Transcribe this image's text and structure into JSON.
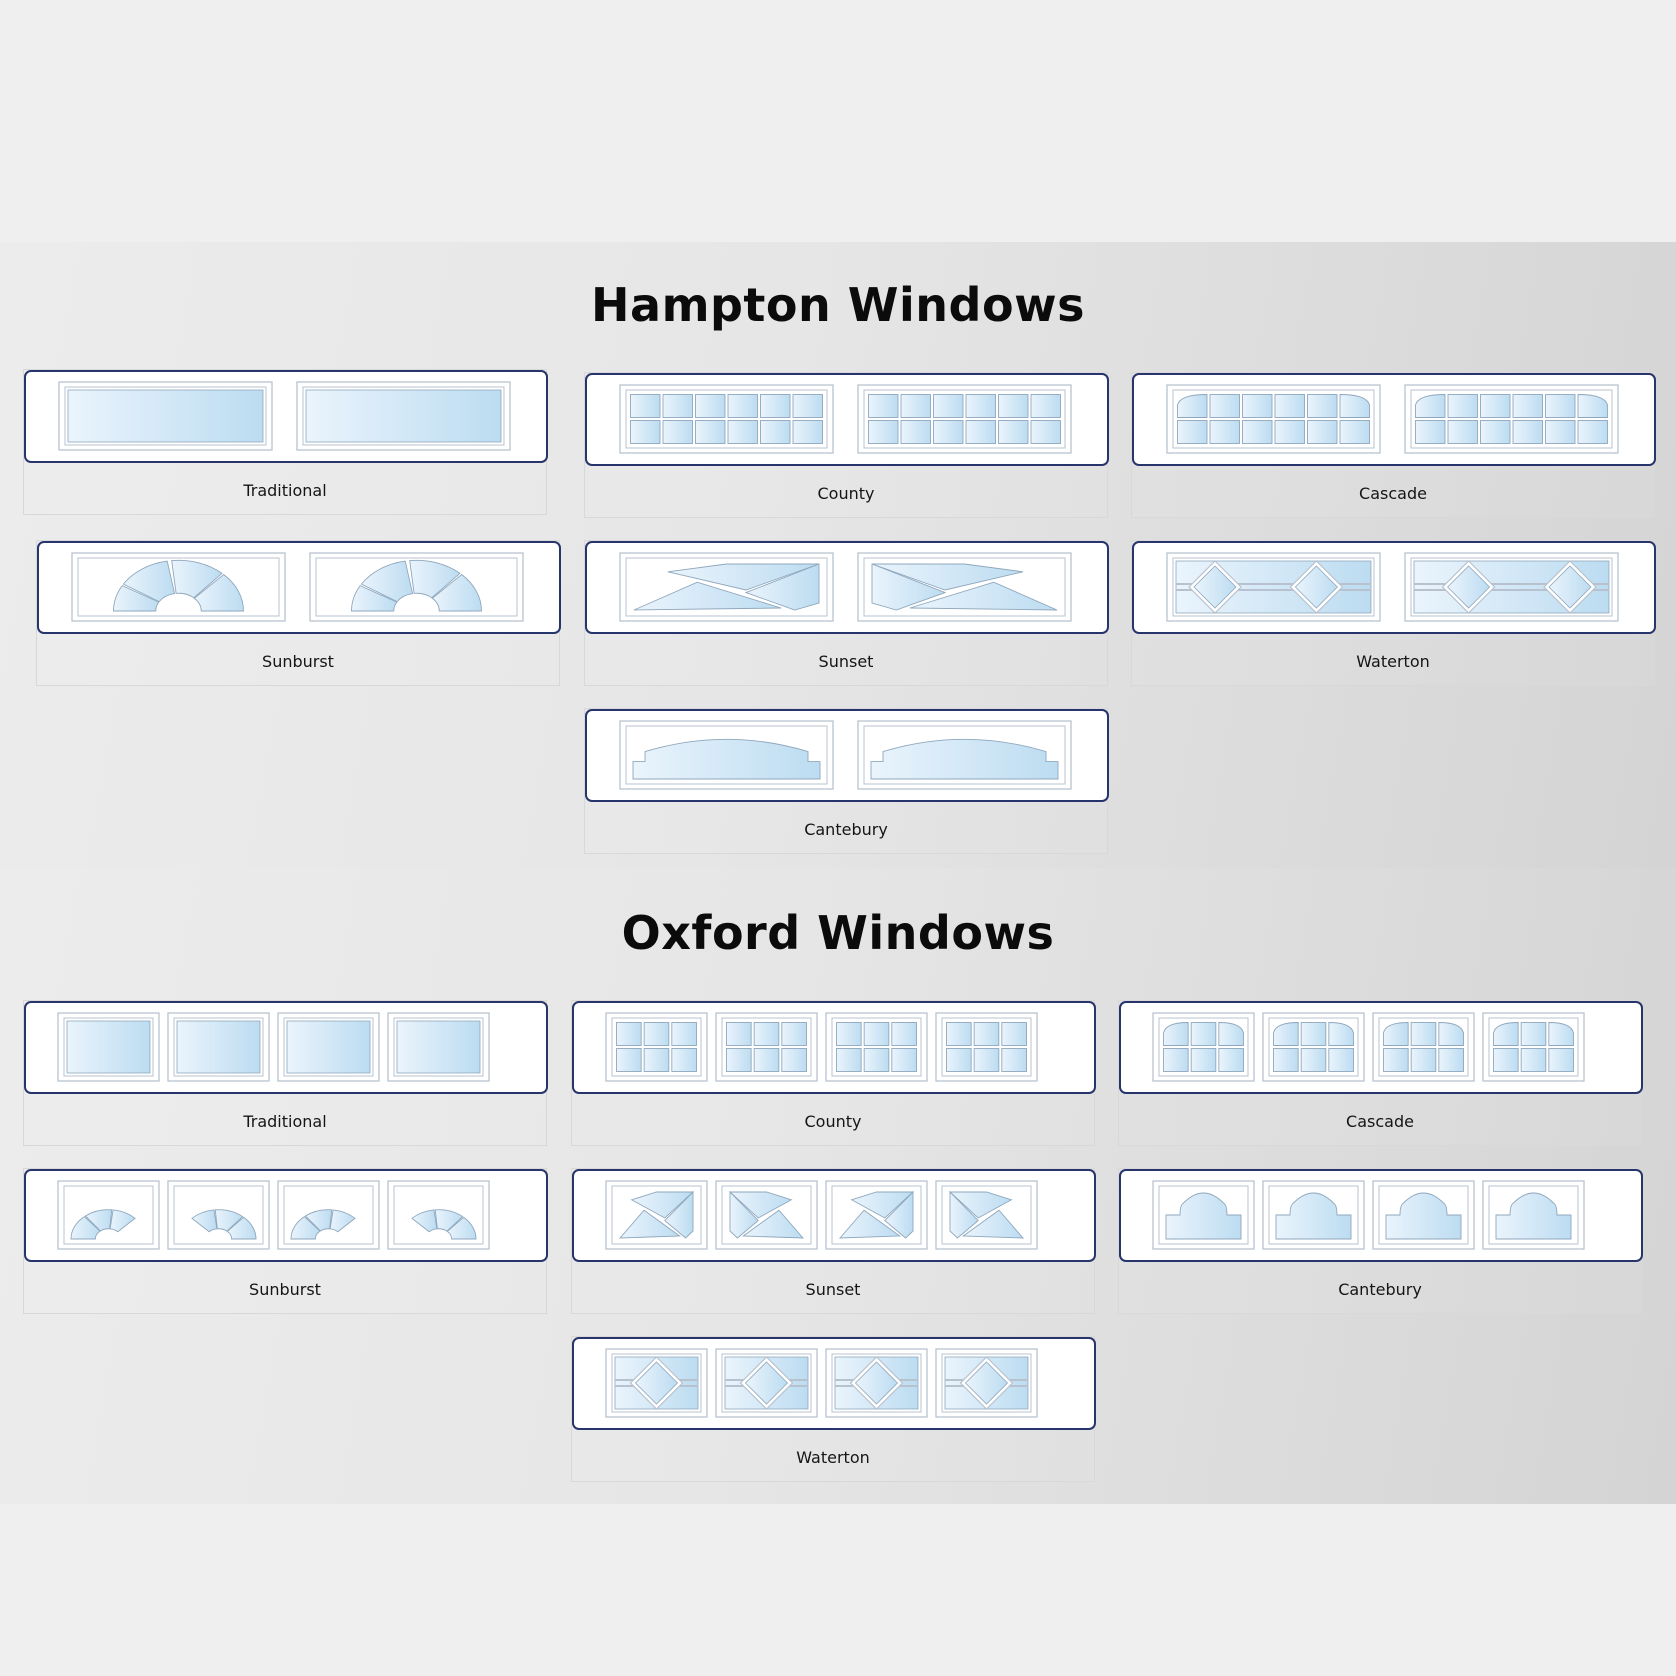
{
  "colors": {
    "panel_border": "#26356b",
    "frame": "#b8c2cf",
    "glass_light": "#eaf4fc",
    "glass_dark": "#bcdcf1",
    "glass_line": "#8fa7bd"
  },
  "sections": [
    {
      "title": "Hampton Windows",
      "panes": 2,
      "items": [
        {
          "label": "Traditional",
          "style": "traditional"
        },
        {
          "label": "County",
          "style": "county"
        },
        {
          "label": "Cascade",
          "style": "cascade"
        },
        {
          "label": "Sunburst",
          "style": "sunburst"
        },
        {
          "label": "Sunset",
          "style": "sunset"
        },
        {
          "label": "Waterton",
          "style": "waterton"
        },
        {
          "label": "Cantebury",
          "style": "cantebury"
        }
      ]
    },
    {
      "title": "Oxford Windows",
      "panes": 4,
      "items": [
        {
          "label": "Traditional",
          "style": "traditional"
        },
        {
          "label": "County",
          "style": "county"
        },
        {
          "label": "Cascade",
          "style": "cascade"
        },
        {
          "label": "Sunburst",
          "style": "sunburst"
        },
        {
          "label": "Sunset",
          "style": "sunset"
        },
        {
          "label": "Cantebury",
          "style": "cantebury"
        },
        {
          "label": "Waterton",
          "style": "waterton"
        }
      ]
    }
  ]
}
